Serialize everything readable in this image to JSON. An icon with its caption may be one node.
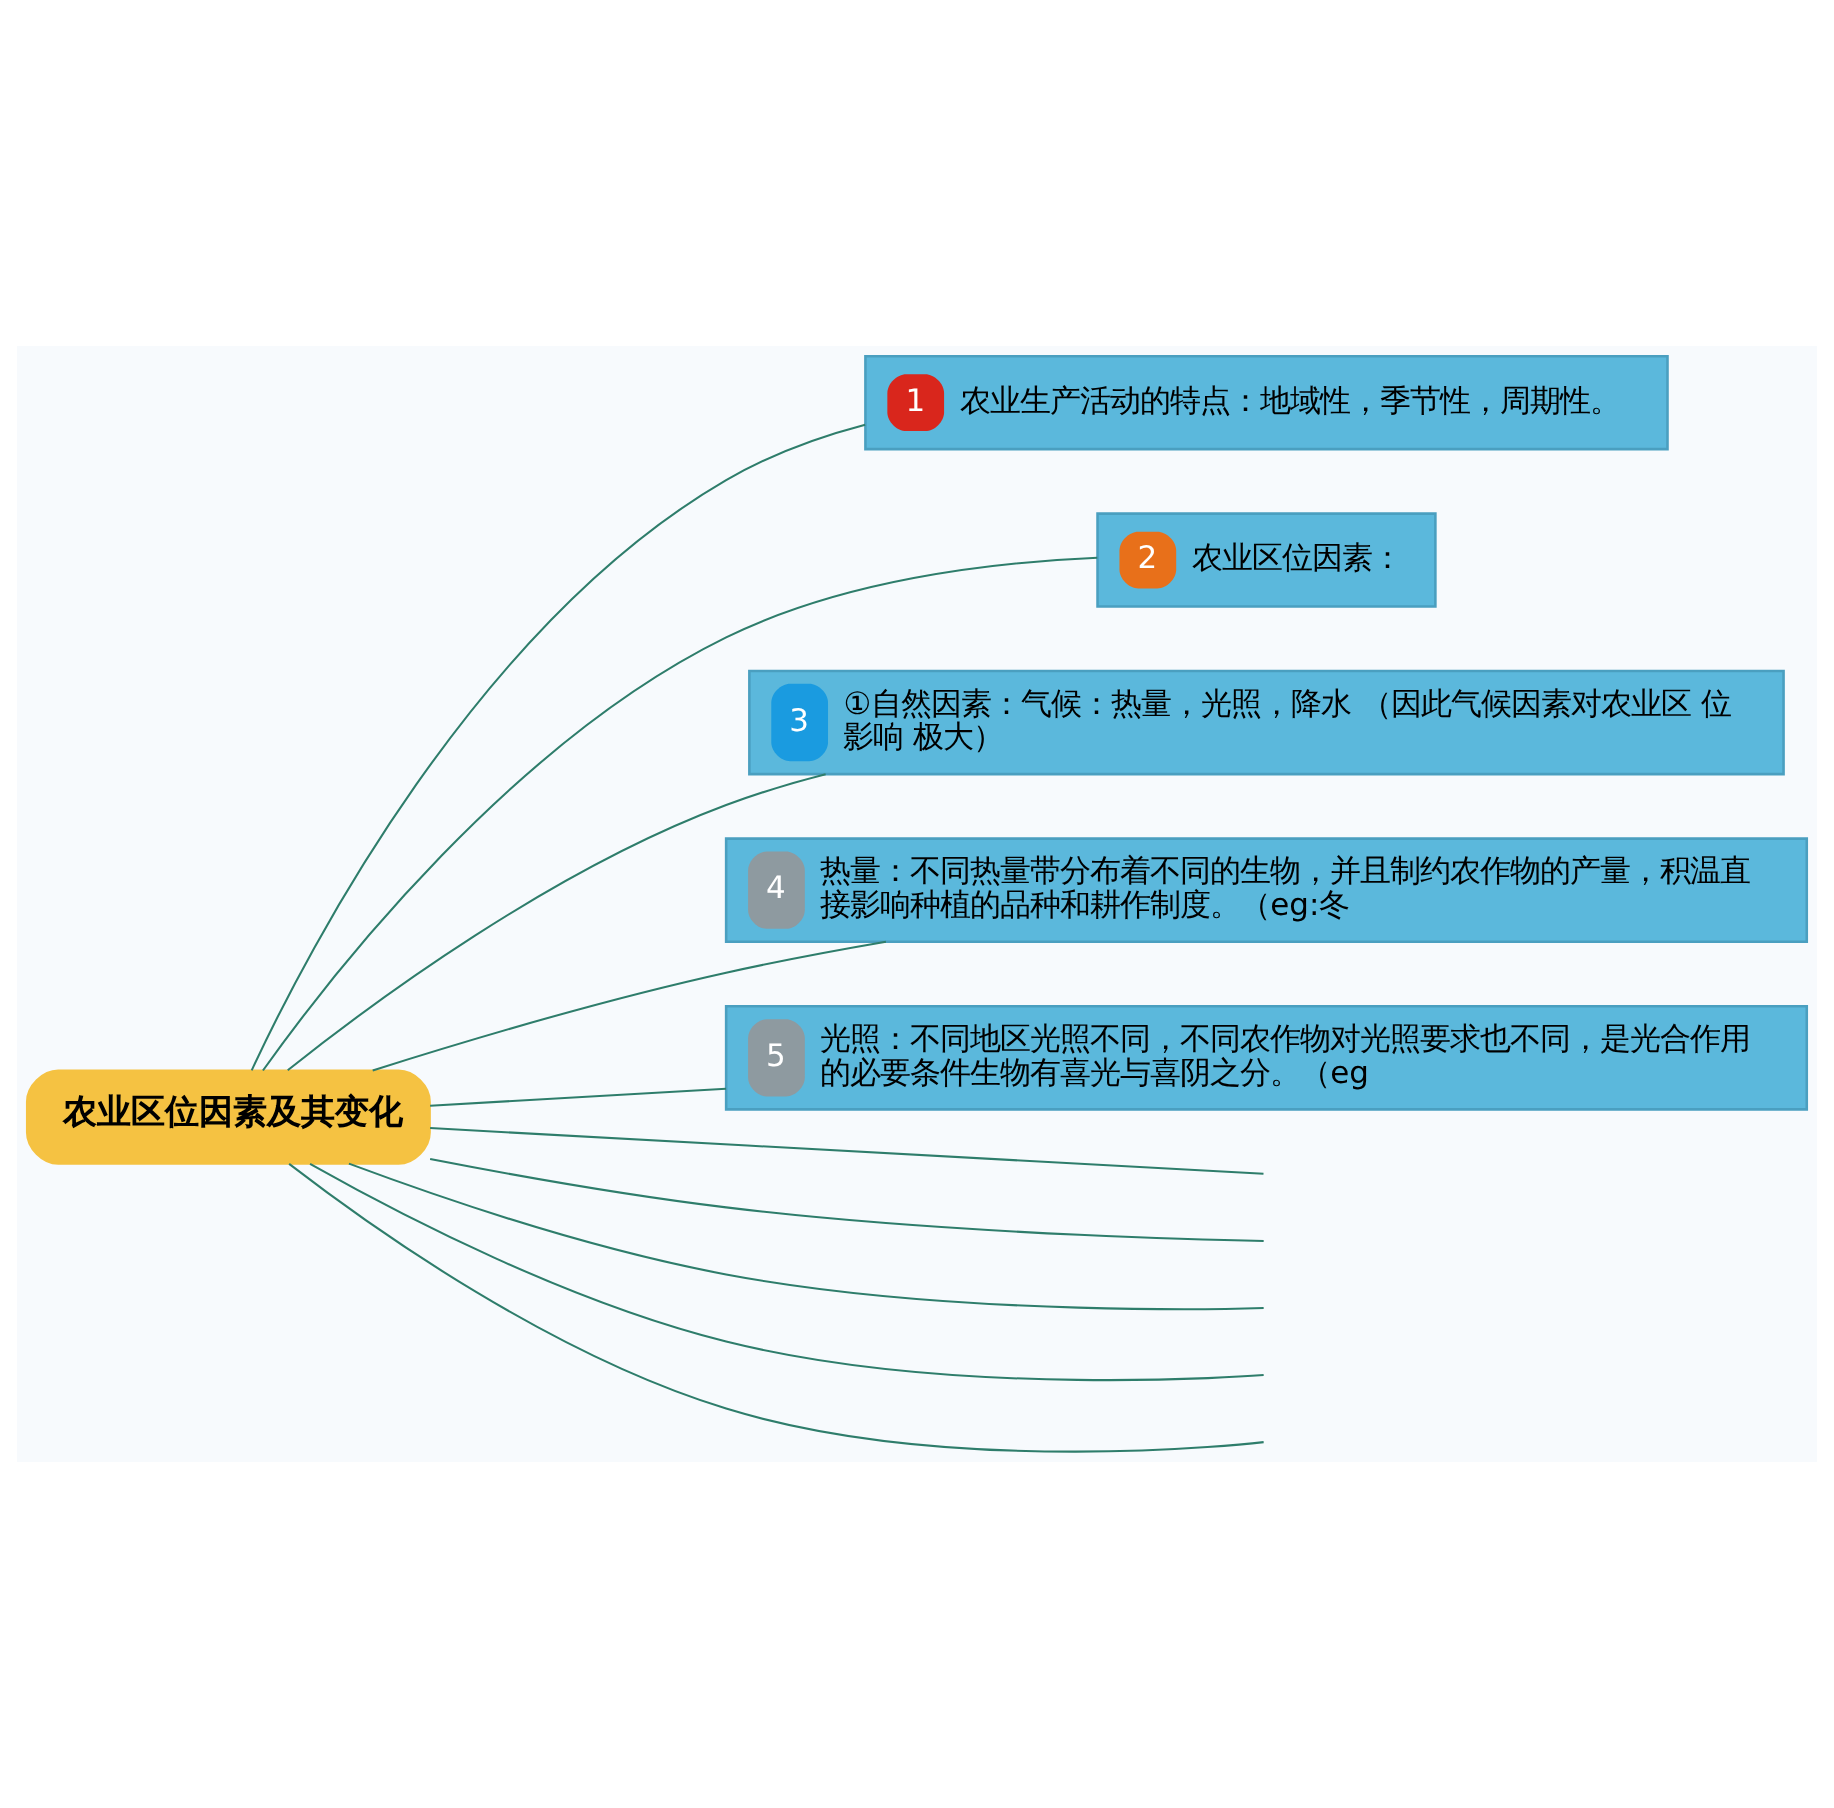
{
  "diagram": {
    "nodes": [
      {
        "text": [
          "农业区位因素及其变化"
        ]
      },
      {
        "text": [
          "1",
          "农业生产活动的特点：地域性，季节性，周期性。"
        ]
      },
      {
        "text": [
          "2",
          "农业区位因素："
        ]
      },
      {
        "text": [
          "3",
          "①自然因素：气候：热量，光照，降水 （因此气候因素对农业区 位影响 极大）"
        ]
      },
      {
        "text": [
          "4",
          "热量：不同热量带分布着不同的生物，并且制约农作物的产量，积温直接影响种植的品种和耕作制度。（eg:冬"
        ]
      },
      {
        "text": [
          "5",
          "光照：不同地区光照不同，不同农作物对光照要求也不同，是光合作用的必要条件生物有喜光与喜阴之分。（eg"
        ]
      }
    ],
    "edges": [
      {
        "from": 0,
        "to": 1,
        "arrow": "none"
      },
      {
        "from": 0,
        "to": 2,
        "arrow": "none"
      },
      {
        "from": 0,
        "to": 3,
        "arrow": "none"
      },
      {
        "from": 0,
        "to": 4,
        "arrow": "none"
      },
      {
        "from": 0,
        "to": 5,
        "arrow": "none"
      },
      {
        "from": 0,
        "to": null,
        "arrow": "none"
      },
      {
        "from": 0,
        "to": null,
        "arrow": "none"
      },
      {
        "from": 0,
        "to": null,
        "arrow": "none"
      },
      {
        "from": 0,
        "to": null,
        "arrow": "none"
      },
      {
        "from": 0,
        "to": null,
        "arrow": "none"
      }
    ]
  }
}
